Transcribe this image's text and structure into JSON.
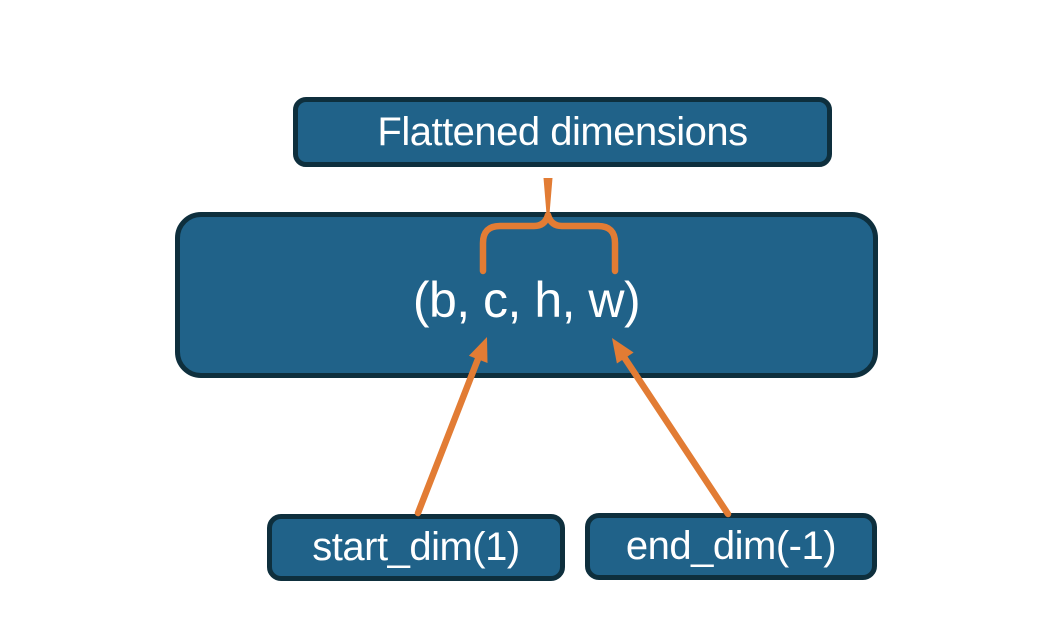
{
  "colors": {
    "background": "#FFFFFF",
    "node_fill": "#206289",
    "node_border": "#0E2F3D",
    "node_text": "#FFFFFF",
    "connector": "#E27C34"
  },
  "nodes": {
    "flattened": {
      "label": "Flattened dimensions"
    },
    "shape": {
      "label": "(b, c, h, w)"
    },
    "start_dim": {
      "label": "start_dim(1)"
    },
    "end_dim": {
      "label": "end_dim(-1)"
    }
  }
}
